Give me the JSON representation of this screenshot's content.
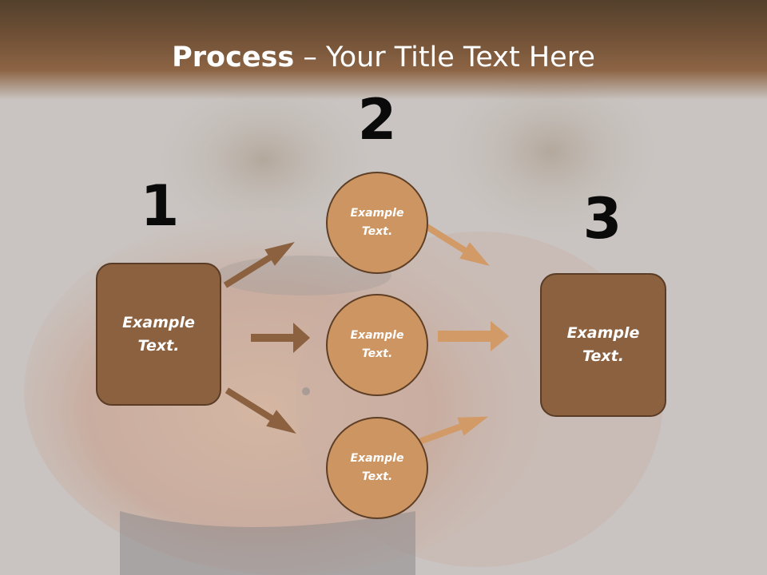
{
  "slide": {
    "title_bold": "Process",
    "title_rest": " – Your Title Text Here"
  },
  "steps": {
    "step1_number": "1",
    "step2_number": "2",
    "step3_number": "3"
  },
  "nodes": {
    "left_box": "Example Text.",
    "circle_top": "Example Text.",
    "circle_middle": "Example Text.",
    "circle_bottom": "Example Text.",
    "right_box": "Example Text."
  },
  "colors": {
    "header": "#6f5036",
    "box_fill": "#8b6140",
    "circle_fill": "#cc9562",
    "arrow_dark": "#8b6140",
    "arrow_light": "#d19a66"
  }
}
